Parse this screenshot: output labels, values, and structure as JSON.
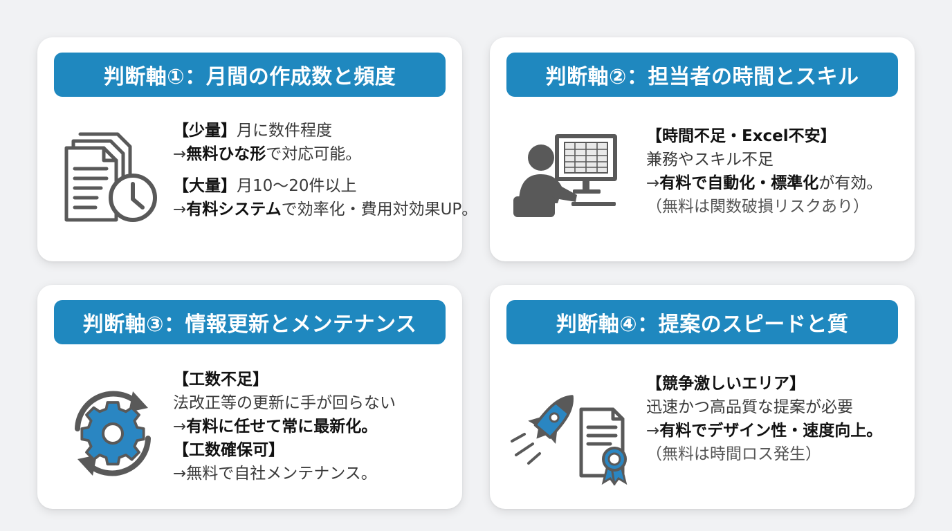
{
  "colors": {
    "banner": "#1f88bf",
    "icon_gray": "#595959",
    "icon_blue": "#2a86c2",
    "text": "#3a3a3a",
    "emphasis": "#111111"
  },
  "cards": [
    {
      "title": "判断軸①：月間の作成数と頻度",
      "icon": "documents-clock-icon",
      "lines": [
        {
          "b": "【少量】",
          "t": "月に数件程度"
        },
        {
          "t": "→",
          "b": "無料ひな形",
          "t2": "で対応可能。"
        },
        {
          "b": "【大量】",
          "t": "月10〜20件以上"
        },
        {
          "t": "→",
          "b": "有料システム",
          "t2": "で効率化・費用対効果UP。"
        }
      ]
    },
    {
      "title": "判断軸②：担当者の時間とスキル",
      "icon": "person-computer-spreadsheet-icon",
      "lines": [
        {
          "b": "【時間不足・Excel不安】"
        },
        {
          "t": "兼務やスキル不足"
        },
        {
          "t": "→",
          "b": "有料で自動化・標準化",
          "t2": "が有効。"
        },
        {
          "t": "（無料は関数破損リスクあり）"
        }
      ]
    },
    {
      "title": "判断軸③：情報更新とメンテナンス",
      "icon": "gear-refresh-icon",
      "lines": [
        {
          "b": "【工数不足】"
        },
        {
          "t": "法改正等の更新に手が回らない"
        },
        {
          "t": "→",
          "b": "有料に任せて常に最新化。"
        },
        {
          "b": "【工数確保可】"
        },
        {
          "t": "→無料で自社メンテナンス。"
        }
      ]
    },
    {
      "title": "判断軸④：提案のスピードと質",
      "icon": "rocket-certificate-icon",
      "lines": [
        {
          "b": "【競争激しいエリア】"
        },
        {
          "t": "迅速かつ高品質な提案が必要"
        },
        {
          "t": "→",
          "b": "有料でデザイン性・速度向上。"
        },
        {
          "t": "（無料は時間ロス発生）"
        }
      ]
    }
  ]
}
